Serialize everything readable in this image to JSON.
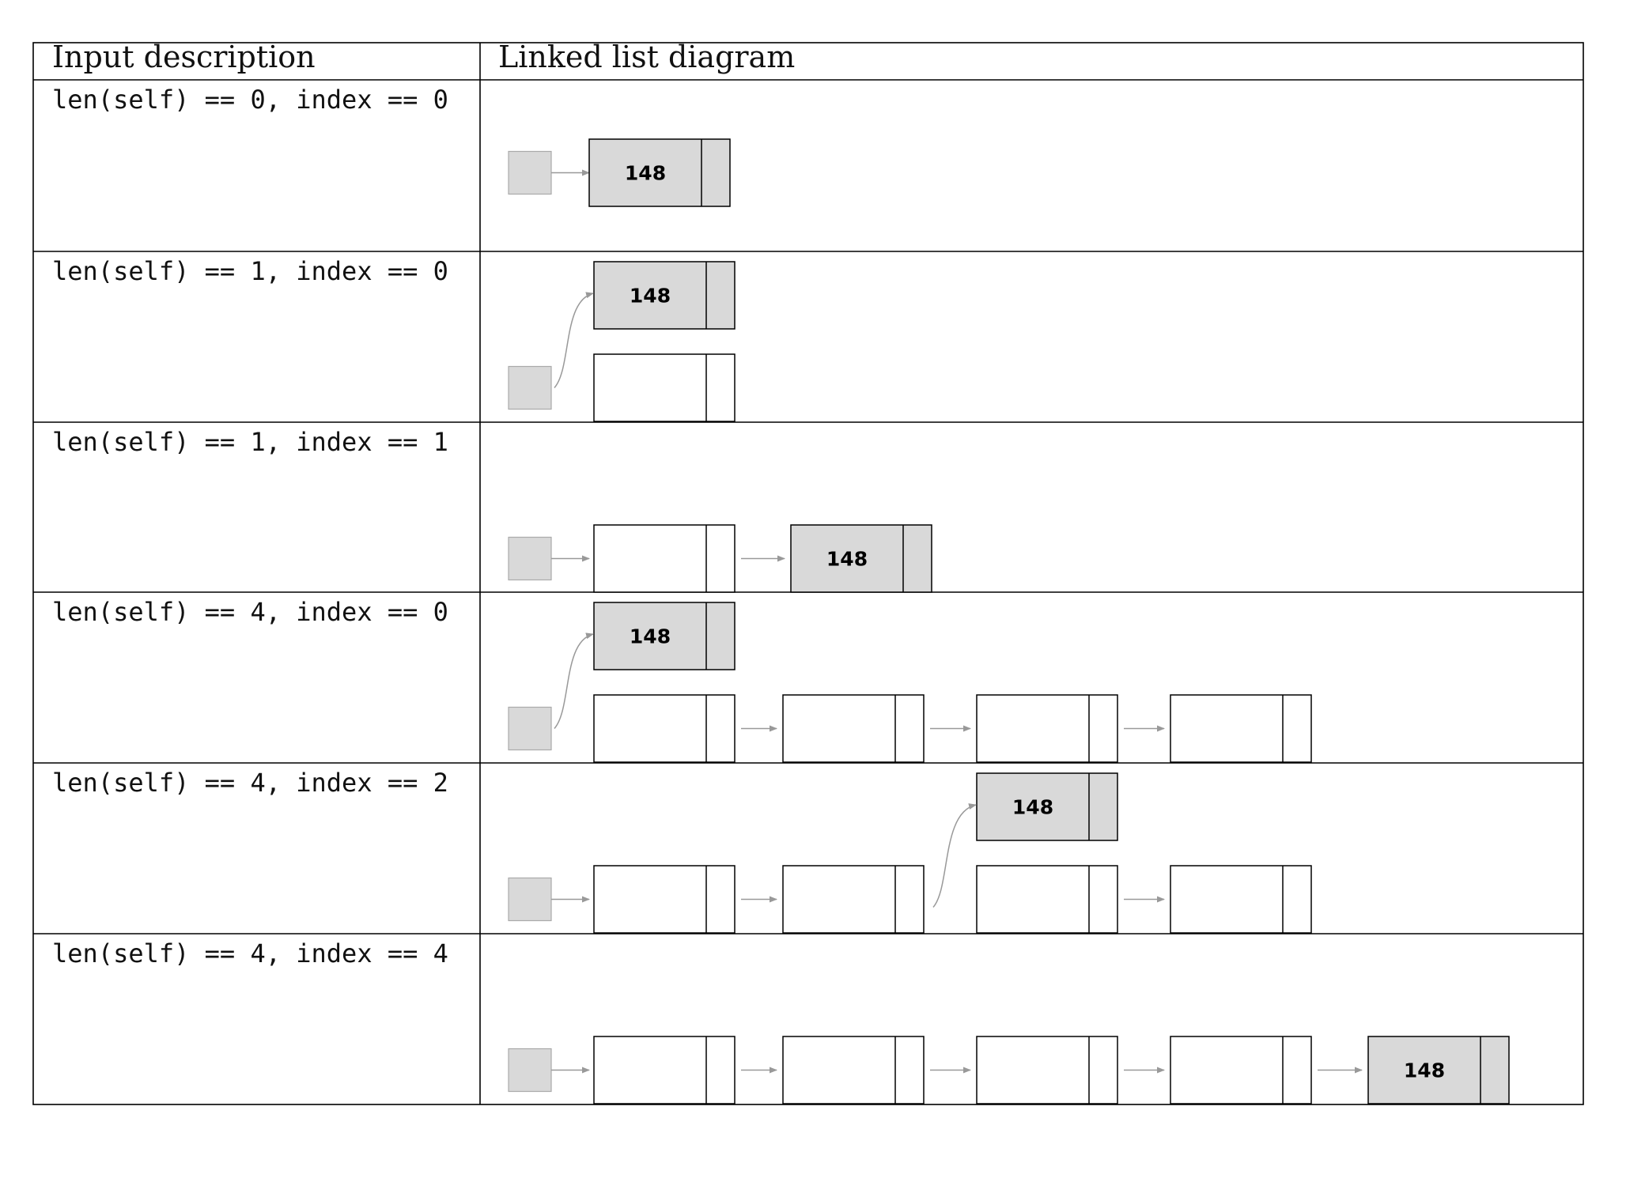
{
  "table": {
    "headers": [
      "Input description",
      "Linked list diagram"
    ],
    "rows": [
      {
        "desc": "len(self) == 0, index == 0",
        "length": 0,
        "index": 0
      },
      {
        "desc": "len(self) == 1, index == 0",
        "length": 1,
        "index": 0
      },
      {
        "desc": "len(self) == 1, index == 1",
        "length": 1,
        "index": 1
      },
      {
        "desc": "len(self) == 4, index == 0",
        "length": 4,
        "index": 0
      },
      {
        "desc": "len(self) == 4, index == 2",
        "length": 4,
        "index": 2
      },
      {
        "desc": "len(self) == 4, index == 4",
        "length": 4,
        "index": 4
      }
    ]
  },
  "new_node_value": "148",
  "colors": {
    "highlight_fill": "#d9d9d9",
    "border": "#000000",
    "arrow": "#999999",
    "head_fill": "#d9d9d9"
  }
}
